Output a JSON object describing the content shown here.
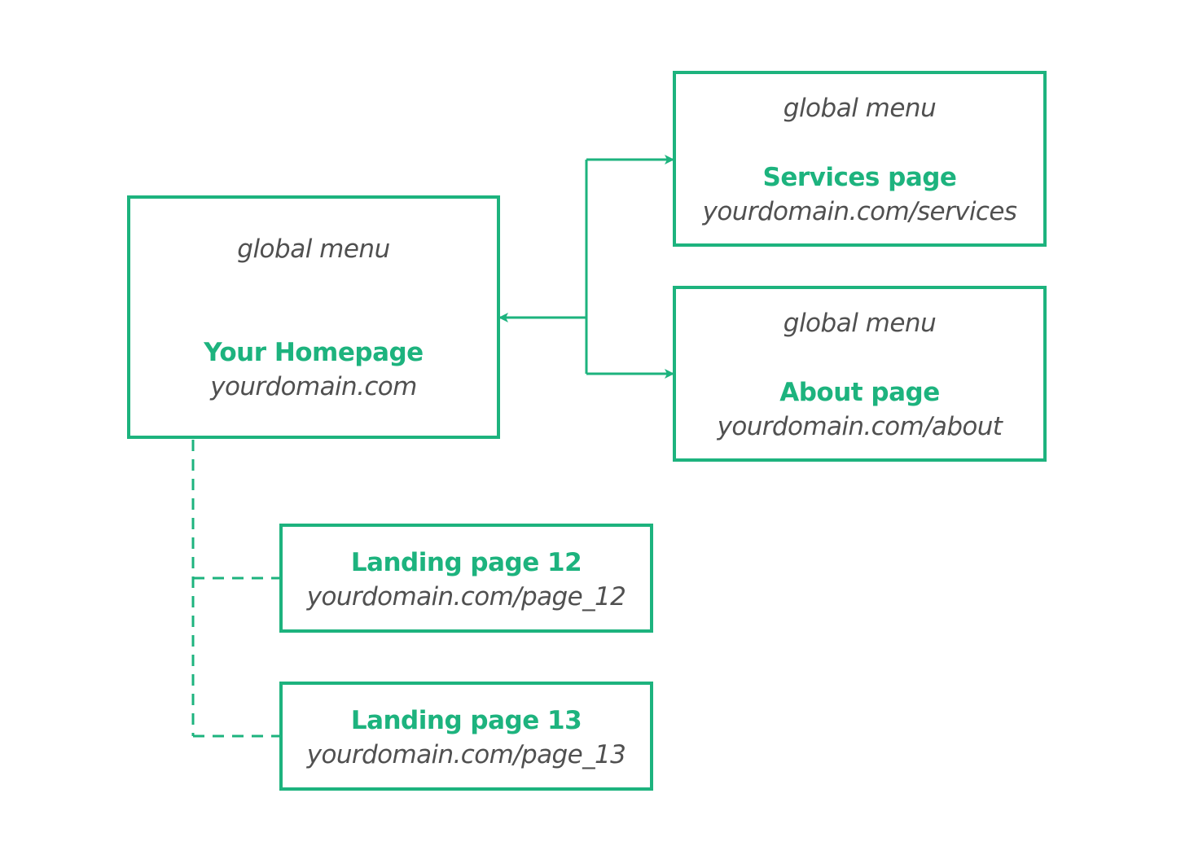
{
  "colors": {
    "accent": "#1db37e",
    "text": "#505050",
    "background": "#ffffff"
  },
  "homepage": {
    "menu": "global menu",
    "title": "Your Homepage",
    "url": "yourdomain.com"
  },
  "services": {
    "menu": "global menu",
    "title": "Services page",
    "url": "yourdomain.com/services"
  },
  "about": {
    "menu": "global menu",
    "title": "About page",
    "url": "yourdomain.com/about"
  },
  "landing_12": {
    "title": "Landing page 12",
    "url": "yourdomain.com/page_12"
  },
  "landing_13": {
    "title": "Landing page 13",
    "url": "yourdomain.com/page_13"
  }
}
